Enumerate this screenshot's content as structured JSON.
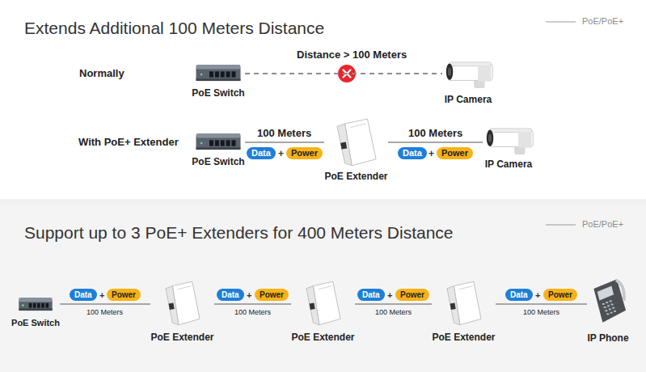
{
  "diagram": {
    "title": "Extends Additional 100 Meters Distance",
    "nodes": [
      {
        "text": [
          "PoE Switch"
        ]
      },
      {
        "text": [
          "IP Camera"
        ]
      },
      {
        "text": [
          "PoE Switch"
        ]
      },
      {
        "text": [
          "Data"
        ]
      },
      {
        "text": [
          "Power"
        ]
      },
      {
        "text": [
          "PoE Extender"
        ]
      },
      {
        "text": [
          "Data"
        ]
      },
      {
        "text": [
          "Power"
        ]
      },
      {
        "text": [
          "IP Camera"
        ]
      },
      {
        "text": [
          "PoE Switch"
        ]
      },
      {
        "text": [
          "Data"
        ]
      },
      {
        "text": [
          "Power"
        ]
      },
      {
        "text": [
          "PoE Extender"
        ]
      },
      {
        "text": [
          "Data"
        ]
      },
      {
        "text": [
          "Power"
        ]
      },
      {
        "text": [
          "PoE Extender"
        ]
      },
      {
        "text": [
          "Data"
        ]
      },
      {
        "text": [
          "Power"
        ]
      },
      {
        "text": [
          "PoE Extender"
        ]
      },
      {
        "text": [
          "Data"
        ]
      },
      {
        "text": [
          "Power"
        ]
      },
      {
        "text": [
          "IP Phone"
        ]
      }
    ],
    "edges": [
      {
        "from": 0,
        "to": 1,
        "label": "Distance > 100 Meters",
        "arrow": "none"
      },
      {
        "from": 2,
        "to": 5,
        "label": "100 Meters",
        "arrow": "none"
      },
      {
        "from": 5,
        "to": 8,
        "label": "100 Meters",
        "arrow": "none"
      },
      {
        "from": 9,
        "to": 12,
        "label": "100 Meters",
        "arrow": "none"
      },
      {
        "from": 12,
        "to": 15,
        "label": "100 Meters",
        "arrow": "none"
      },
      {
        "from": 15,
        "to": 18,
        "label": "100 Meters",
        "arrow": "none"
      },
      {
        "from": 18,
        "to": 21,
        "label": "100 Meters",
        "arrow": "none"
      }
    ],
    "labels": [
      "Support up to 3 PoE+ Extenders for 400 Meters Distance",
      "PoE/PoE+",
      "PoE/PoE+",
      "Normally",
      "With PoE+ Extender",
      "+",
      "+",
      "+",
      "+",
      "+",
      "+"
    ]
  }
}
